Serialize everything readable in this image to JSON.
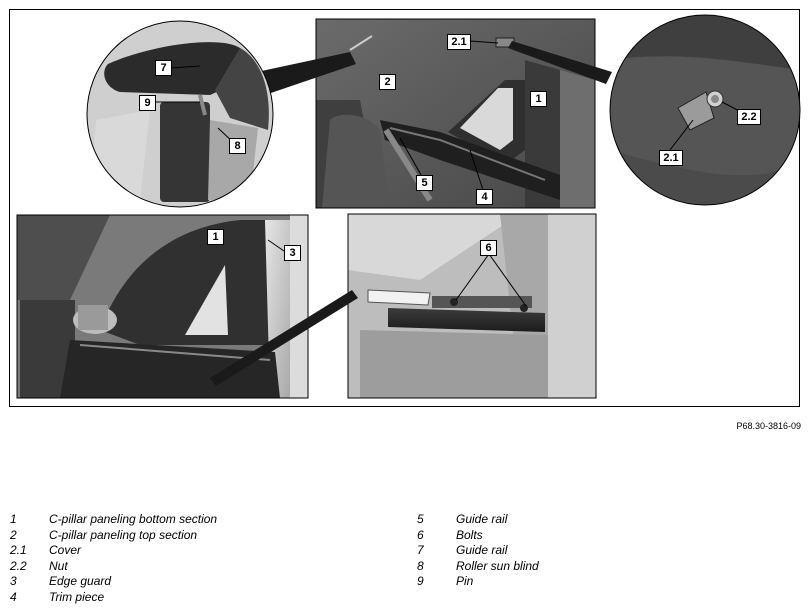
{
  "figure": {
    "code": "P68.30-3816-09",
    "callouts": {
      "c7": "7",
      "c9": "9",
      "c8": "8",
      "c2_1_top": "2.1",
      "c2_top": "2",
      "c1_top": "1",
      "c5": "5",
      "c4": "4",
      "c2_2_det": "2.2",
      "c2_1_det": "2.1",
      "c1_left": "1",
      "c3": "3",
      "c6": "6"
    },
    "colors": {
      "headliner": "#5a5a5a",
      "panel_dark": "#2e2e2e",
      "interior_light": "#c8c8c8",
      "label_box": "#ffffff"
    }
  },
  "legend": {
    "left": [
      {
        "num": "1",
        "text": "C-pillar paneling bottom section"
      },
      {
        "num": "2",
        "text": "C-pillar paneling top section"
      },
      {
        "num": "2.1",
        "text": "Cover"
      },
      {
        "num": "2.2",
        "text": "Nut"
      },
      {
        "num": "3",
        "text": "Edge guard"
      },
      {
        "num": "4",
        "text": "Trim piece"
      }
    ],
    "right": [
      {
        "num": "5",
        "text": "Guide rail"
      },
      {
        "num": "6",
        "text": "Bolts"
      },
      {
        "num": "7",
        "text": "Guide rail"
      },
      {
        "num": "8",
        "text": "Roller sun blind"
      },
      {
        "num": "9",
        "text": "Pin"
      }
    ]
  }
}
